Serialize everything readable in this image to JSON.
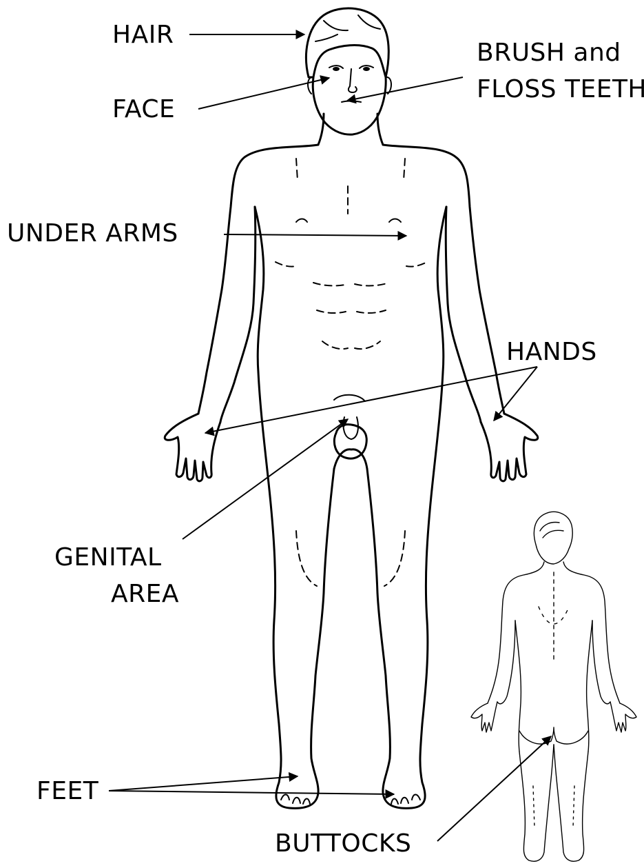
{
  "labels": {
    "hair": "HAIR",
    "face": "FACE",
    "brush_line1": "BRUSH and",
    "brush_line2": "FLOSS TEETH",
    "under_arms": "UNDER ARMS",
    "hands": "HANDS",
    "genital_line1": "GENITAL",
    "genital_line2": "AREA",
    "feet": "FEET",
    "buttocks": "BUTTOCKS"
  },
  "colors": {
    "ink": "#000000",
    "background": "#ffffff"
  }
}
